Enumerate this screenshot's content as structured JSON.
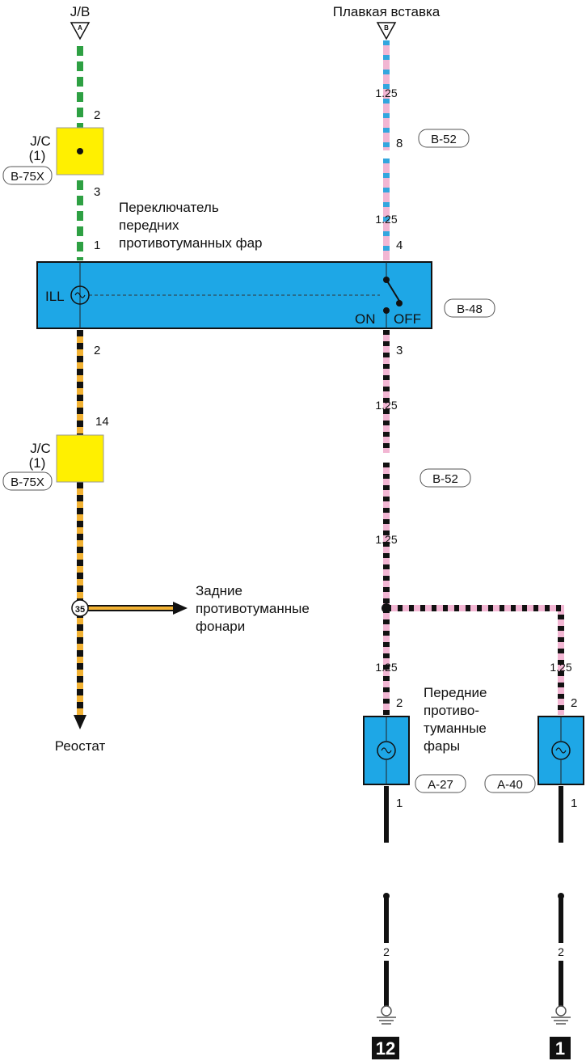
{
  "top_left": {
    "source": "J/B",
    "connector": "A"
  },
  "top_right": {
    "source": "Плавкая вставка",
    "connector": "B"
  },
  "jc_upper": {
    "name": "J/C",
    "sub": "(1)",
    "connector": "B-75X",
    "pin_in": "2",
    "pin_out": "3"
  },
  "jc_lower": {
    "name": "J/C",
    "sub": "(1)",
    "connector": "B-75X",
    "pin_in": "14"
  },
  "switch": {
    "title_line1": "Переключатель",
    "title_line2": "передних",
    "title_line3": "противотуманных фар",
    "connector": "B-48",
    "ill": "ILL",
    "on": "ON",
    "off": "OFF",
    "pin_ill_in": "1",
    "pin_ill_out": "2",
    "pin_sw_in": "4",
    "pin_sw_out": "3"
  },
  "fuse_wire": {
    "gauge_a": "1.25",
    "pin": "8",
    "connector_a": "B-52",
    "gauge_b": "1.25"
  },
  "lower_wire": {
    "gauge_a": "1.25",
    "connector": "B-52",
    "gauge_b": "1.25"
  },
  "rear_fog": {
    "splice": "35",
    "line1": "Задние",
    "line2": "противотуманные",
    "line3": "фонари"
  },
  "rheostat": "Реостат",
  "front_fog": {
    "line1": "Передние",
    "line2": "противо-",
    "line3": "туманные",
    "line4": "фары",
    "left_gauge": "1.25",
    "right_gauge": "1.25",
    "left_pin_in": "2",
    "left_pin_out": "1",
    "right_pin_in": "2",
    "right_pin_out": "1",
    "left_connector": "A-27",
    "right_connector": "A-40",
    "left_ground_gauge": "2",
    "right_ground_gauge": "2"
  },
  "grounds": {
    "left": "12",
    "right": "1"
  },
  "colors": {
    "box_blue": "#1ea7e6",
    "jc_yellow": "#fff000",
    "wire_green": "#2ea043",
    "wire_pink": "#f2b6d3",
    "wire_blue": "#33a6de",
    "wire_orange": "#f2b233",
    "wire_black": "#111111"
  }
}
